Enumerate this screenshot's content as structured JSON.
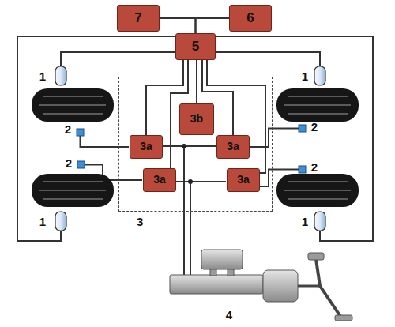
{
  "diagram": {
    "nodes": [
      {
        "text": [
          "7"
        ]
      },
      {
        "text": [
          "6"
        ]
      },
      {
        "text": [
          "5"
        ]
      },
      {
        "text": [
          "3"
        ]
      },
      {
        "text": [
          "3b"
        ],
        "in": 3
      },
      {
        "text": [
          "3a"
        ],
        "in": 3
      },
      {
        "text": [
          "3a"
        ],
        "in": 3
      },
      {
        "text": [
          "3a"
        ],
        "in": 3
      },
      {
        "text": [
          "3a"
        ],
        "in": 3
      }
    ],
    "edges": [
      {
        "from": 0,
        "to": 2,
        "arrow": "none"
      },
      {
        "from": 1,
        "to": 2,
        "arrow": "none"
      },
      {
        "from": 2,
        "to": 4,
        "arrow": "none"
      },
      {
        "from": 2,
        "to": 5,
        "arrow": "none"
      },
      {
        "from": 2,
        "to": 6,
        "arrow": "none"
      },
      {
        "from": 2,
        "to": 7,
        "arrow": "none"
      },
      {
        "from": 2,
        "to": 8,
        "arrow": "none"
      }
    ],
    "labels": [
      "1",
      "1",
      "1",
      "1",
      "2",
      "2",
      "2",
      "2",
      "4"
    ]
  }
}
